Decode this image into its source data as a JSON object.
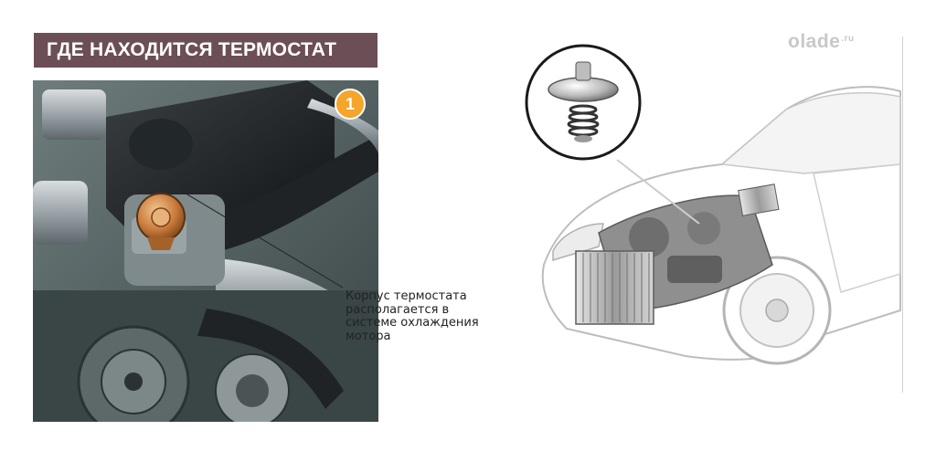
{
  "title": "ГДЕ НАХОДИТСЯ ТЕРМОСТАТ",
  "marker": "1",
  "callout": {
    "line1": "Корпус термостата",
    "line2": "располагается в",
    "line3": "системе охлаждения",
    "line4": "мотора"
  },
  "brand": {
    "name": "olade",
    "suffix": ".ru"
  },
  "colors": {
    "title_bg": "#6b4e56",
    "marker": "#f4a52a",
    "thermostat": "#c97a3c"
  }
}
